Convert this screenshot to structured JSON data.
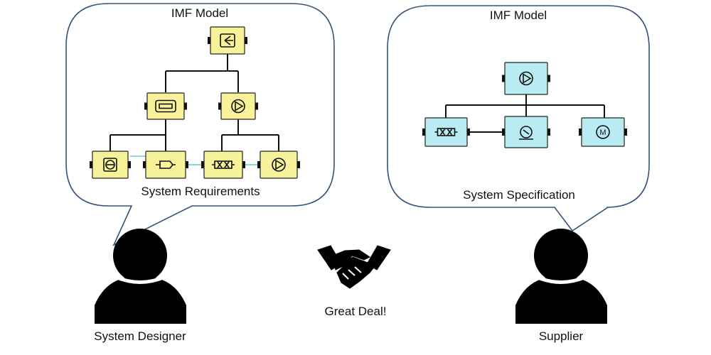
{
  "left_bubble": {
    "title": "IMF Model",
    "caption": "System Requirements",
    "fill": "#f8f29a",
    "nodes": [
      {
        "id": "root",
        "icon": "splitter-icon"
      },
      {
        "id": "mid-1",
        "icon": "conveyor-icon"
      },
      {
        "id": "mid-2",
        "icon": "pump-icon"
      },
      {
        "id": "leaf-1",
        "icon": "filter-icon"
      },
      {
        "id": "leaf-2",
        "icon": "arrow-block-icon"
      },
      {
        "id": "leaf-3",
        "icon": "valve-icon"
      },
      {
        "id": "leaf-4",
        "icon": "pump-icon"
      }
    ]
  },
  "right_bubble": {
    "title": "IMF Model",
    "caption": "System Specification",
    "fill": "#b8ecf2",
    "nodes": [
      {
        "id": "root",
        "icon": "pump-icon"
      },
      {
        "id": "child-1",
        "icon": "valve-icon"
      },
      {
        "id": "child-2",
        "icon": "compressor-icon"
      },
      {
        "id": "child-3",
        "icon": "motor-icon"
      }
    ]
  },
  "persons": {
    "left": "System Designer",
    "right": "Supplier"
  },
  "deal": {
    "icon": "handshake-icon",
    "label": "Great Deal!"
  }
}
